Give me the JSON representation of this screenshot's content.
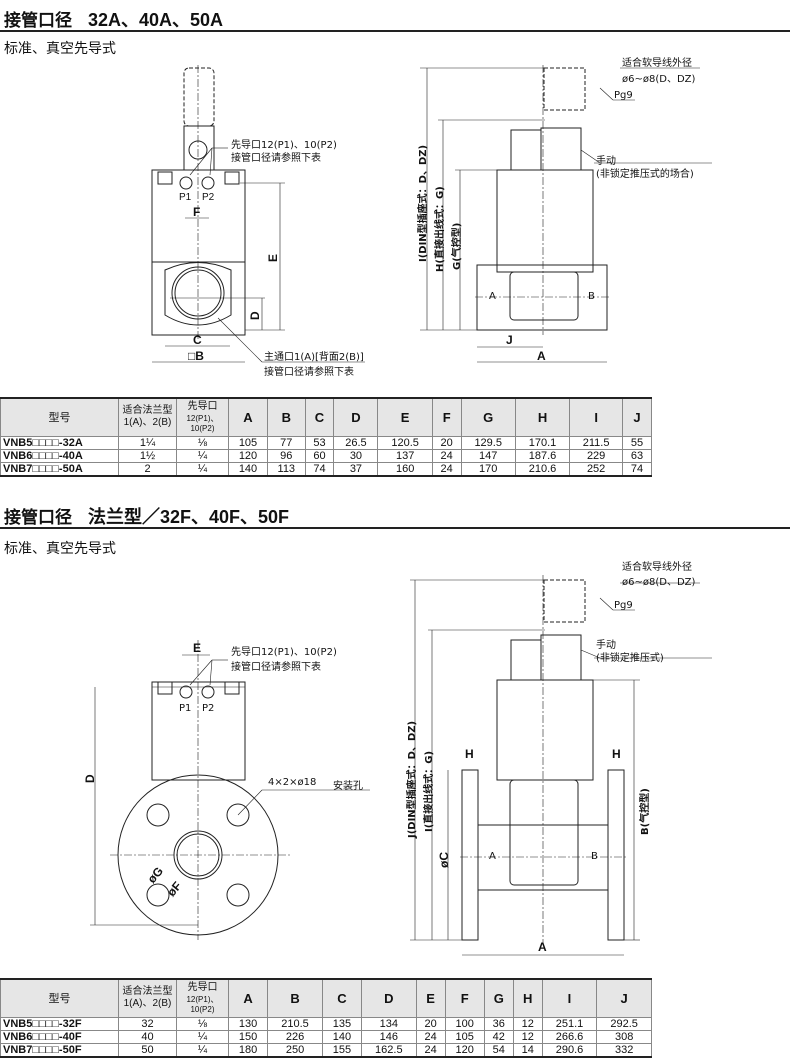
{
  "section1": {
    "title": "接管口径",
    "sizes": "32A、40A、50A",
    "subtitle": "标准、真空先导式"
  },
  "section2": {
    "title": "接管口径",
    "sizes": "法兰型／32F、40F、50F",
    "subtitle": "标准、真空先导式"
  },
  "drawing1": {
    "pilot_port": "先导口12(P1)、10(P2)",
    "pilot_note": "接管口径请参照下表",
    "p1": "P1",
    "p2": "P2",
    "main_port": "主通口1(A)[背面2(B)]",
    "main_note": "接管口径请参照下表",
    "dims": {
      "B": "□B",
      "C": "C",
      "D": "D",
      "E": "E",
      "F": "F"
    }
  },
  "drawing2": {
    "cable": "适合软导线外径",
    "cable_range": "ø6~ø8(D、DZ)",
    "pg": "Pg9",
    "manual": "手动",
    "manual_note": "(非锁定推压式的场合)",
    "I": "I(DIN型插座式：D、DZ)",
    "H": "H(直接出线式：G)",
    "G": "G(气控型)",
    "port_a": "A",
    "port_b": "B",
    "J": "J",
    "A": "A"
  },
  "drawing3": {
    "pilot_port": "先导口12(P1)、10(P2)",
    "pilot_note": "接管口径请参照下表",
    "p1": "P1",
    "p2": "P2",
    "E": "E",
    "D": "D",
    "holes": "4×2×ø18",
    "holes_label": "安装孔",
    "G": "øG",
    "F": "øF"
  },
  "drawing4": {
    "cable": "适合软导线外径",
    "cable_range": "ø6~ø8(D、DZ)",
    "pg": "Pg9",
    "manual": "手动",
    "manual_note": "(非锁定推压式)",
    "J": "J(DIN型插座式：D、DZ)",
    "I": "I(直接出线式：G)",
    "B": "B(气控型)",
    "C": "øC",
    "H": "H",
    "port_a": "A",
    "port_b": "B",
    "A": "A"
  },
  "table1": {
    "headers": {
      "model": "型号",
      "flange": "适合法兰型",
      "flange2": "1(A)、2(B)",
      "pilot": "先导口",
      "pilot2": "12(P1)、10(P2)",
      "cols": [
        "A",
        "B",
        "C",
        "D",
        "E",
        "F",
        "G",
        "H",
        "I",
        "J"
      ]
    },
    "rows": [
      {
        "model": "VNB5□□□□-32A",
        "flange": "1¼",
        "pilot": "⅛",
        "values": [
          "105",
          "77",
          "53",
          "26.5",
          "120.5",
          "20",
          "129.5",
          "170.1",
          "211.5",
          "55"
        ]
      },
      {
        "model": "VNB6□□□□-40A",
        "flange": "1½",
        "pilot": "¼",
        "values": [
          "120",
          "96",
          "60",
          "30",
          "137",
          "24",
          "147",
          "187.6",
          "229",
          "63"
        ]
      },
      {
        "model": "VNB7□□□□-50A",
        "flange": "2",
        "pilot": "¼",
        "values": [
          "140",
          "113",
          "74",
          "37",
          "160",
          "24",
          "170",
          "210.6",
          "252",
          "74"
        ]
      }
    ]
  },
  "table2": {
    "headers": {
      "model": "型号",
      "flange": "适合法兰型",
      "flange2": "1(A)、2(B)",
      "pilot": "先导口",
      "pilot2": "12(P1)、10(P2)",
      "cols": [
        "A",
        "B",
        "C",
        "D",
        "E",
        "F",
        "G",
        "H",
        "I",
        "J"
      ]
    },
    "rows": [
      {
        "model": "VNB5□□□□-32F",
        "flange": "32",
        "pilot": "⅛",
        "values": [
          "130",
          "210.5",
          "135",
          "134",
          "20",
          "100",
          "36",
          "12",
          "251.1",
          "292.5"
        ]
      },
      {
        "model": "VNB6□□□□-40F",
        "flange": "40",
        "pilot": "¼",
        "values": [
          "150",
          "226",
          "140",
          "146",
          "24",
          "105",
          "42",
          "12",
          "266.6",
          "308"
        ]
      },
      {
        "model": "VNB7□□□□-50F",
        "flange": "50",
        "pilot": "¼",
        "values": [
          "180",
          "250",
          "155",
          "162.5",
          "24",
          "120",
          "54",
          "14",
          "290.6",
          "332"
        ]
      }
    ]
  }
}
